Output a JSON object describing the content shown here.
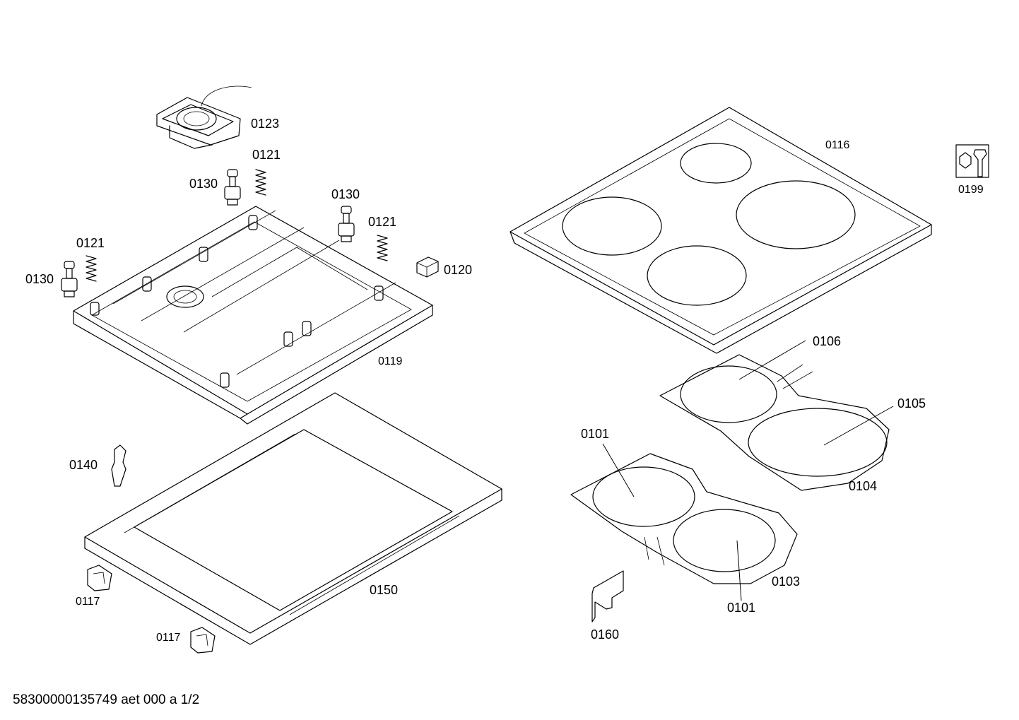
{
  "labels": {
    "l0123": "0123",
    "l0121a": "0121",
    "l0130a": "0130",
    "l0130b": "0130",
    "l0121b": "0121",
    "l0121c": "0121",
    "l0130c": "0130",
    "l0120": "0120",
    "l0119": "0119",
    "l0116": "0116",
    "l0199": "0199",
    "l0106": "0106",
    "l0105": "0105",
    "l0104": "0104",
    "l0101a": "0101",
    "l0101b": "0101",
    "l0103": "0103",
    "l0140": "0140",
    "l0150": "0150",
    "l0117a": "0117",
    "l0117b": "0117",
    "l0160": "0160"
  },
  "footer": "58300000135749 aet 000 a 1/2"
}
